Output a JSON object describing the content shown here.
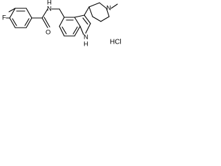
{
  "molecule": {
    "atoms": {
      "fluorine": "F",
      "carbonyl_oxygen": "O",
      "amide_nitrogen": "N",
      "amide_hydrogen": "H",
      "indole_nitrogen": "N",
      "indole_hydrogen": "H",
      "piperidine_nitrogen": "N"
    },
    "salt": "HCl"
  },
  "colors": {
    "bond": "#000000",
    "text": "#000000",
    "background": "#ffffff"
  }
}
